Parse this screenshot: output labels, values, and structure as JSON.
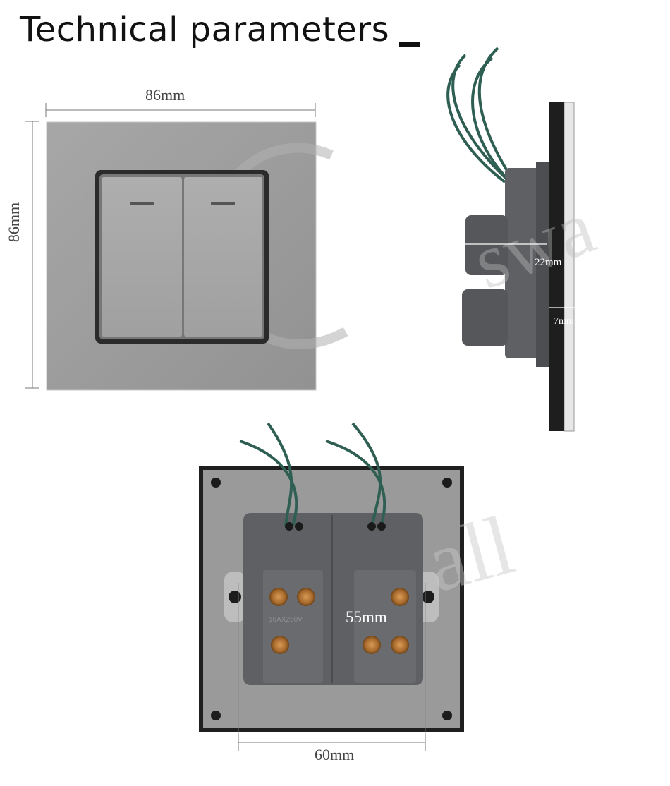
{
  "header": {
    "title": "Technical parameters"
  },
  "dimensions": {
    "front_width": "86mm",
    "front_height": "86mm",
    "side_depth": "22mm",
    "side_panel": "7mm",
    "back_inner": "55mm",
    "back_mounting": "60mm"
  },
  "rear_label": {
    "rating": "16AX250V~"
  },
  "colors": {
    "panel": "#9a9a9a",
    "panel_dark": "#8d8d8d",
    "frame": "#2b2b2b",
    "wire": "#2e5f52",
    "terminal": "#b8773a",
    "housing": "#5f6063"
  }
}
